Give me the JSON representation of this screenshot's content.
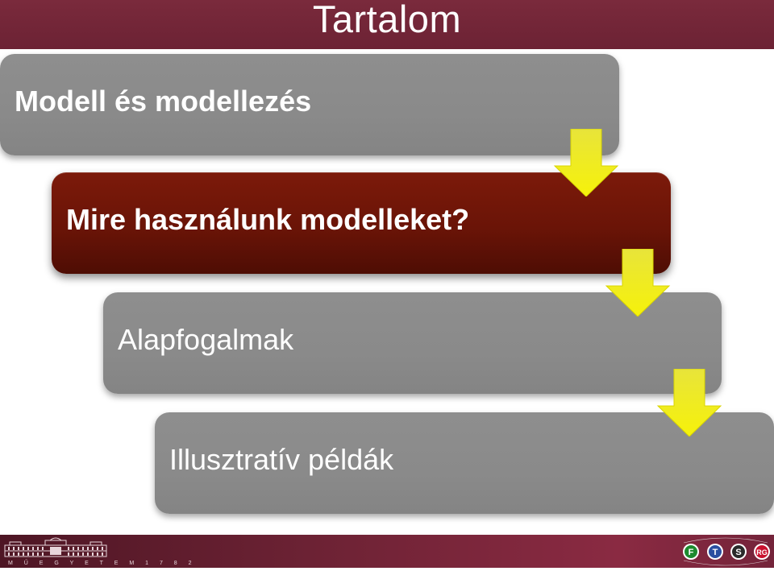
{
  "header": {
    "title": "Tartalom"
  },
  "outline": {
    "items": [
      {
        "label": "Modell és modellezés",
        "state": "inactive"
      },
      {
        "label": "Mire használunk modelleket?",
        "state": "active"
      },
      {
        "label": "Alapfogalmak",
        "state": "inactive"
      },
      {
        "label": "Illusztratív példák",
        "state": "inactive"
      }
    ]
  },
  "footer": {
    "university_logo_text": "M Ű E G Y E T E M   1 7 8 2",
    "group_logo_letters": [
      "F",
      "T",
      "S",
      "RG"
    ]
  },
  "colors": {
    "header_bg": "#6c2234",
    "active_box": "#6a1407",
    "inactive_box": "#8a8a8a",
    "arrow": "#f2ee14"
  }
}
